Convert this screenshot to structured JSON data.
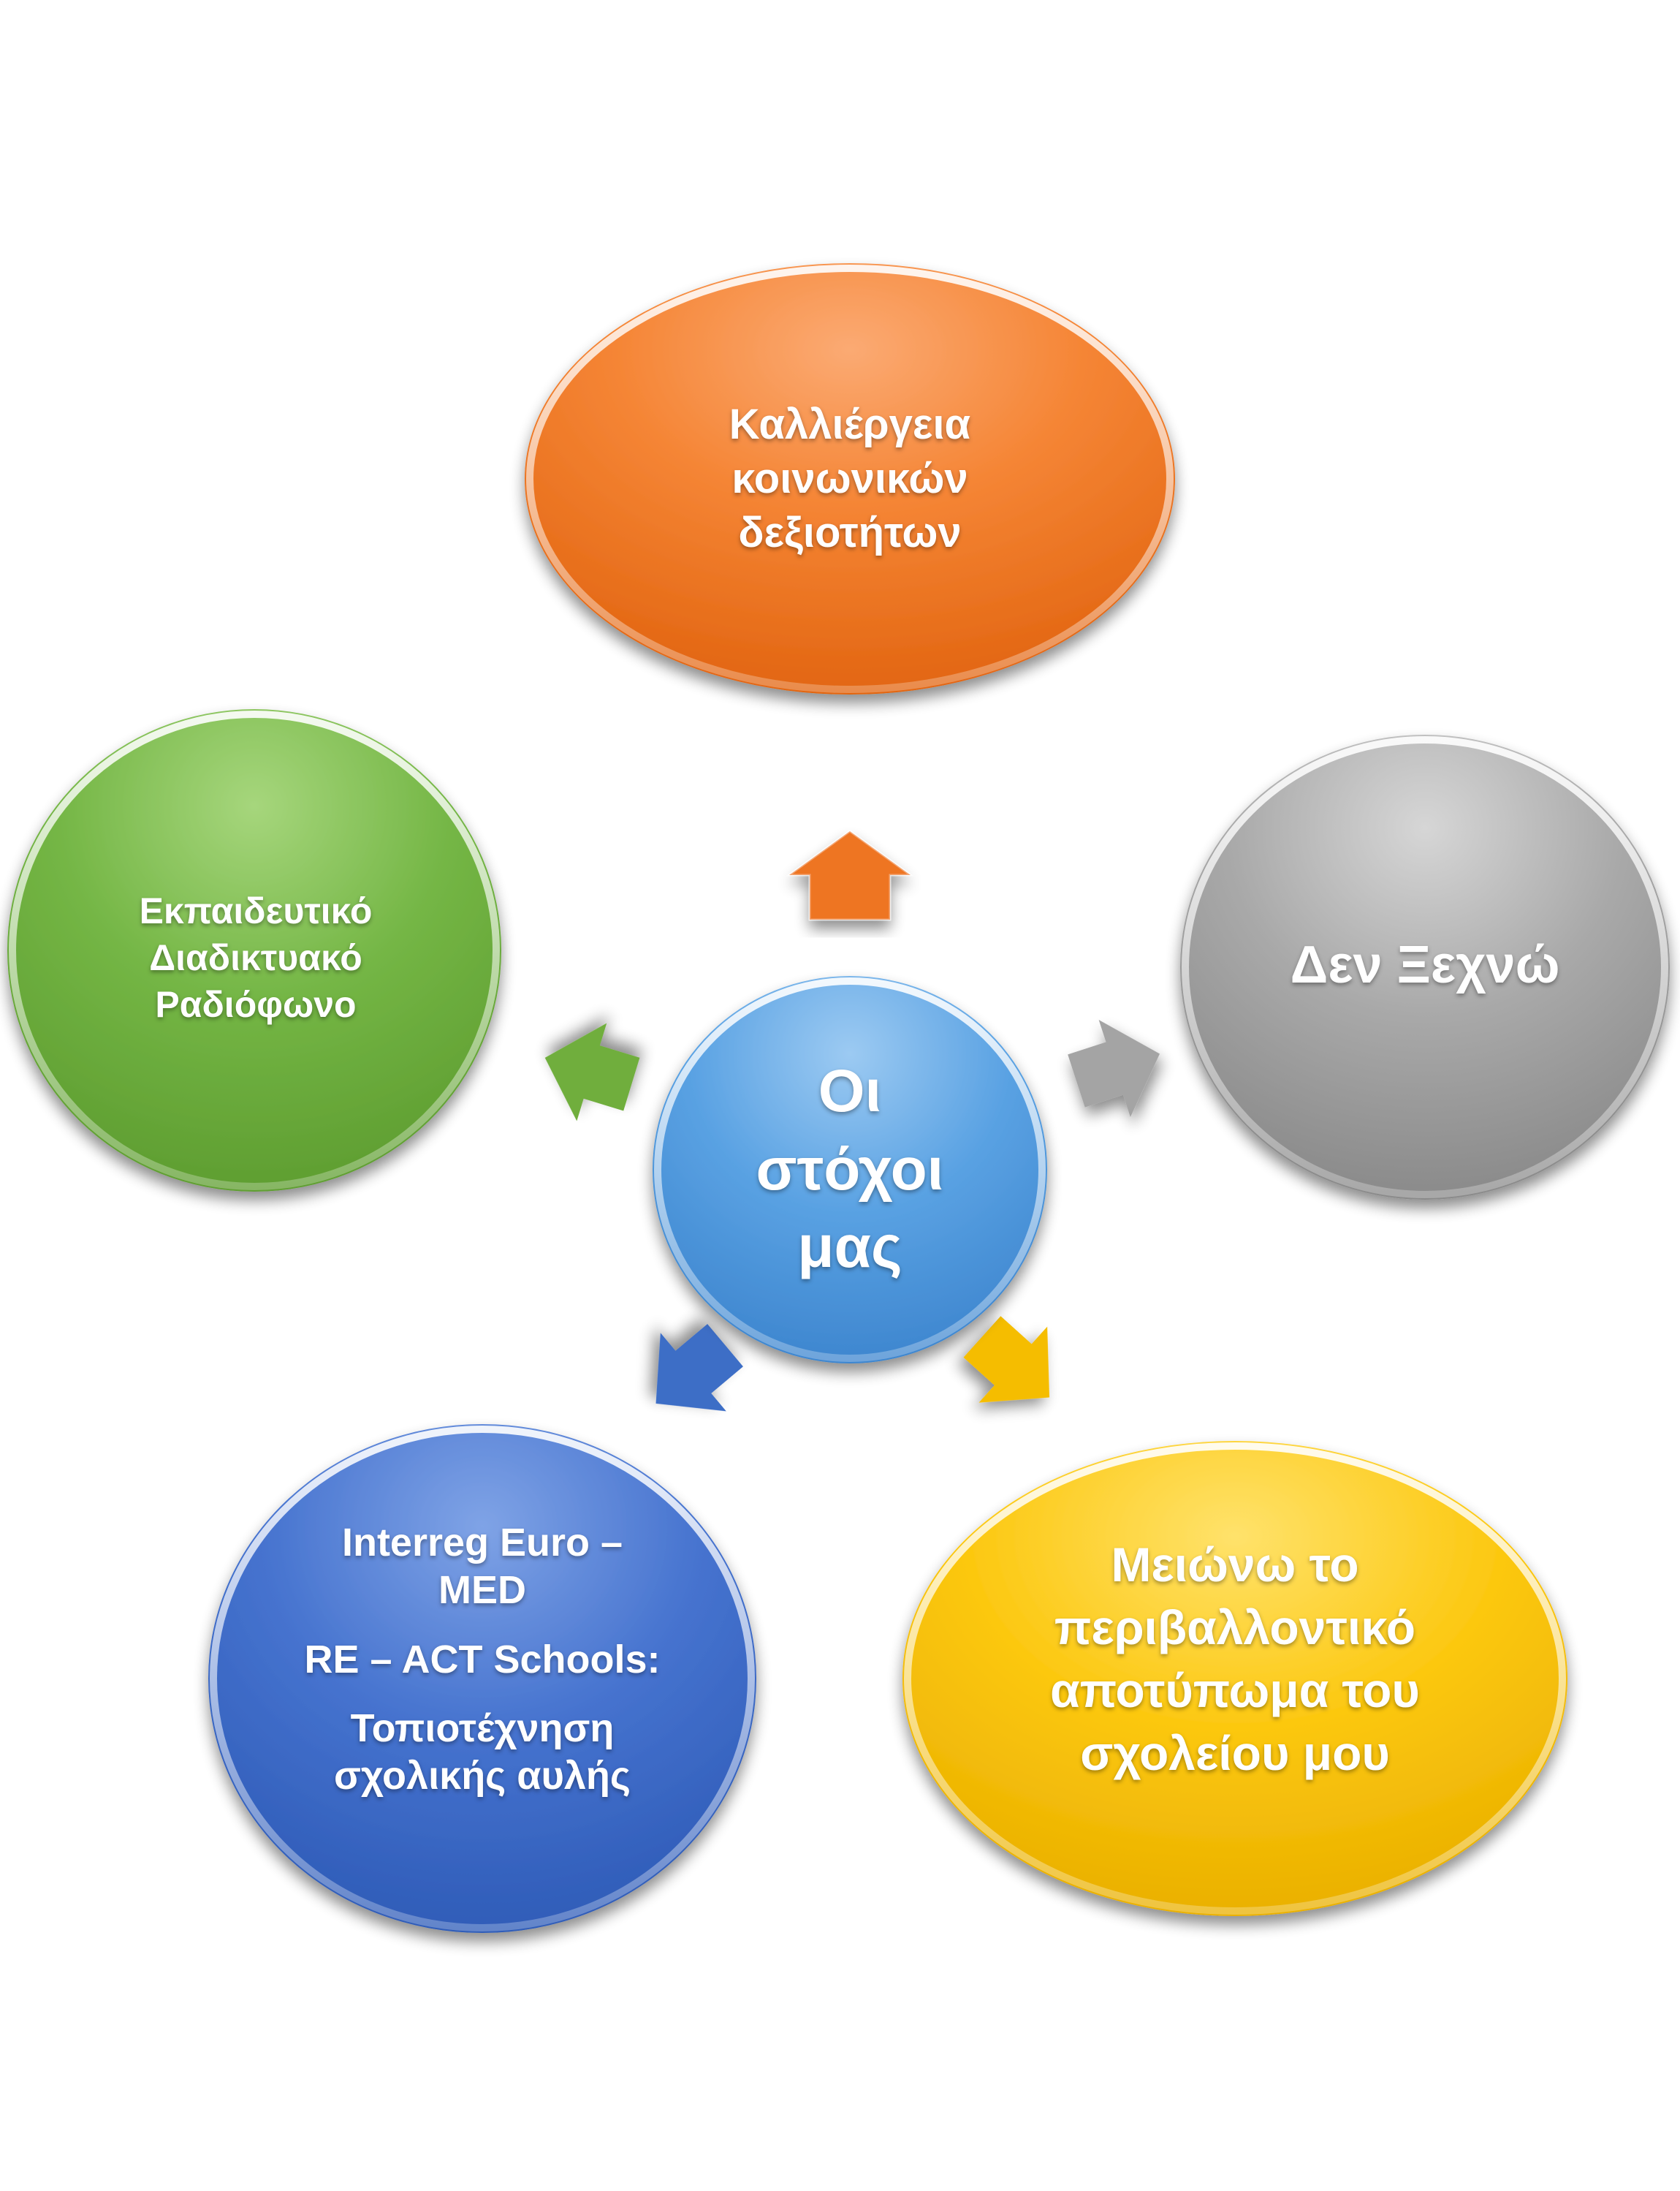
{
  "colors": {
    "center": "#4f97dd",
    "orange": "#f37021",
    "gray": "#a0a0a0",
    "yellow": "#f8c400",
    "blue": "#3b6fc8",
    "green": "#6fb13c"
  },
  "center": {
    "lines": [
      "Οι",
      "στόχοι",
      "μας"
    ]
  },
  "nodes": {
    "top": {
      "lines": [
        "Καλλιέργεια",
        "κοινωνικών",
        "δεξιοτήτων"
      ]
    },
    "right": {
      "lines": [
        "Δεν Ξεχνώ"
      ]
    },
    "bottom_right": {
      "lines": [
        "Μειώνω το",
        "περιβαλλοντικό",
        "αποτύπωμα του",
        "σχολείου μου"
      ]
    },
    "bottom_left": {
      "lines": [
        "Interreg Euro –",
        "MED",
        "RE – ACT Schools:",
        "Τοπιοτέχνηση",
        "σχολικής αυλής"
      ]
    },
    "left": {
      "lines": [
        "Εκπαιδευτικό",
        "Διαδικτυακό",
        "Ραδιόφωνο"
      ]
    }
  }
}
